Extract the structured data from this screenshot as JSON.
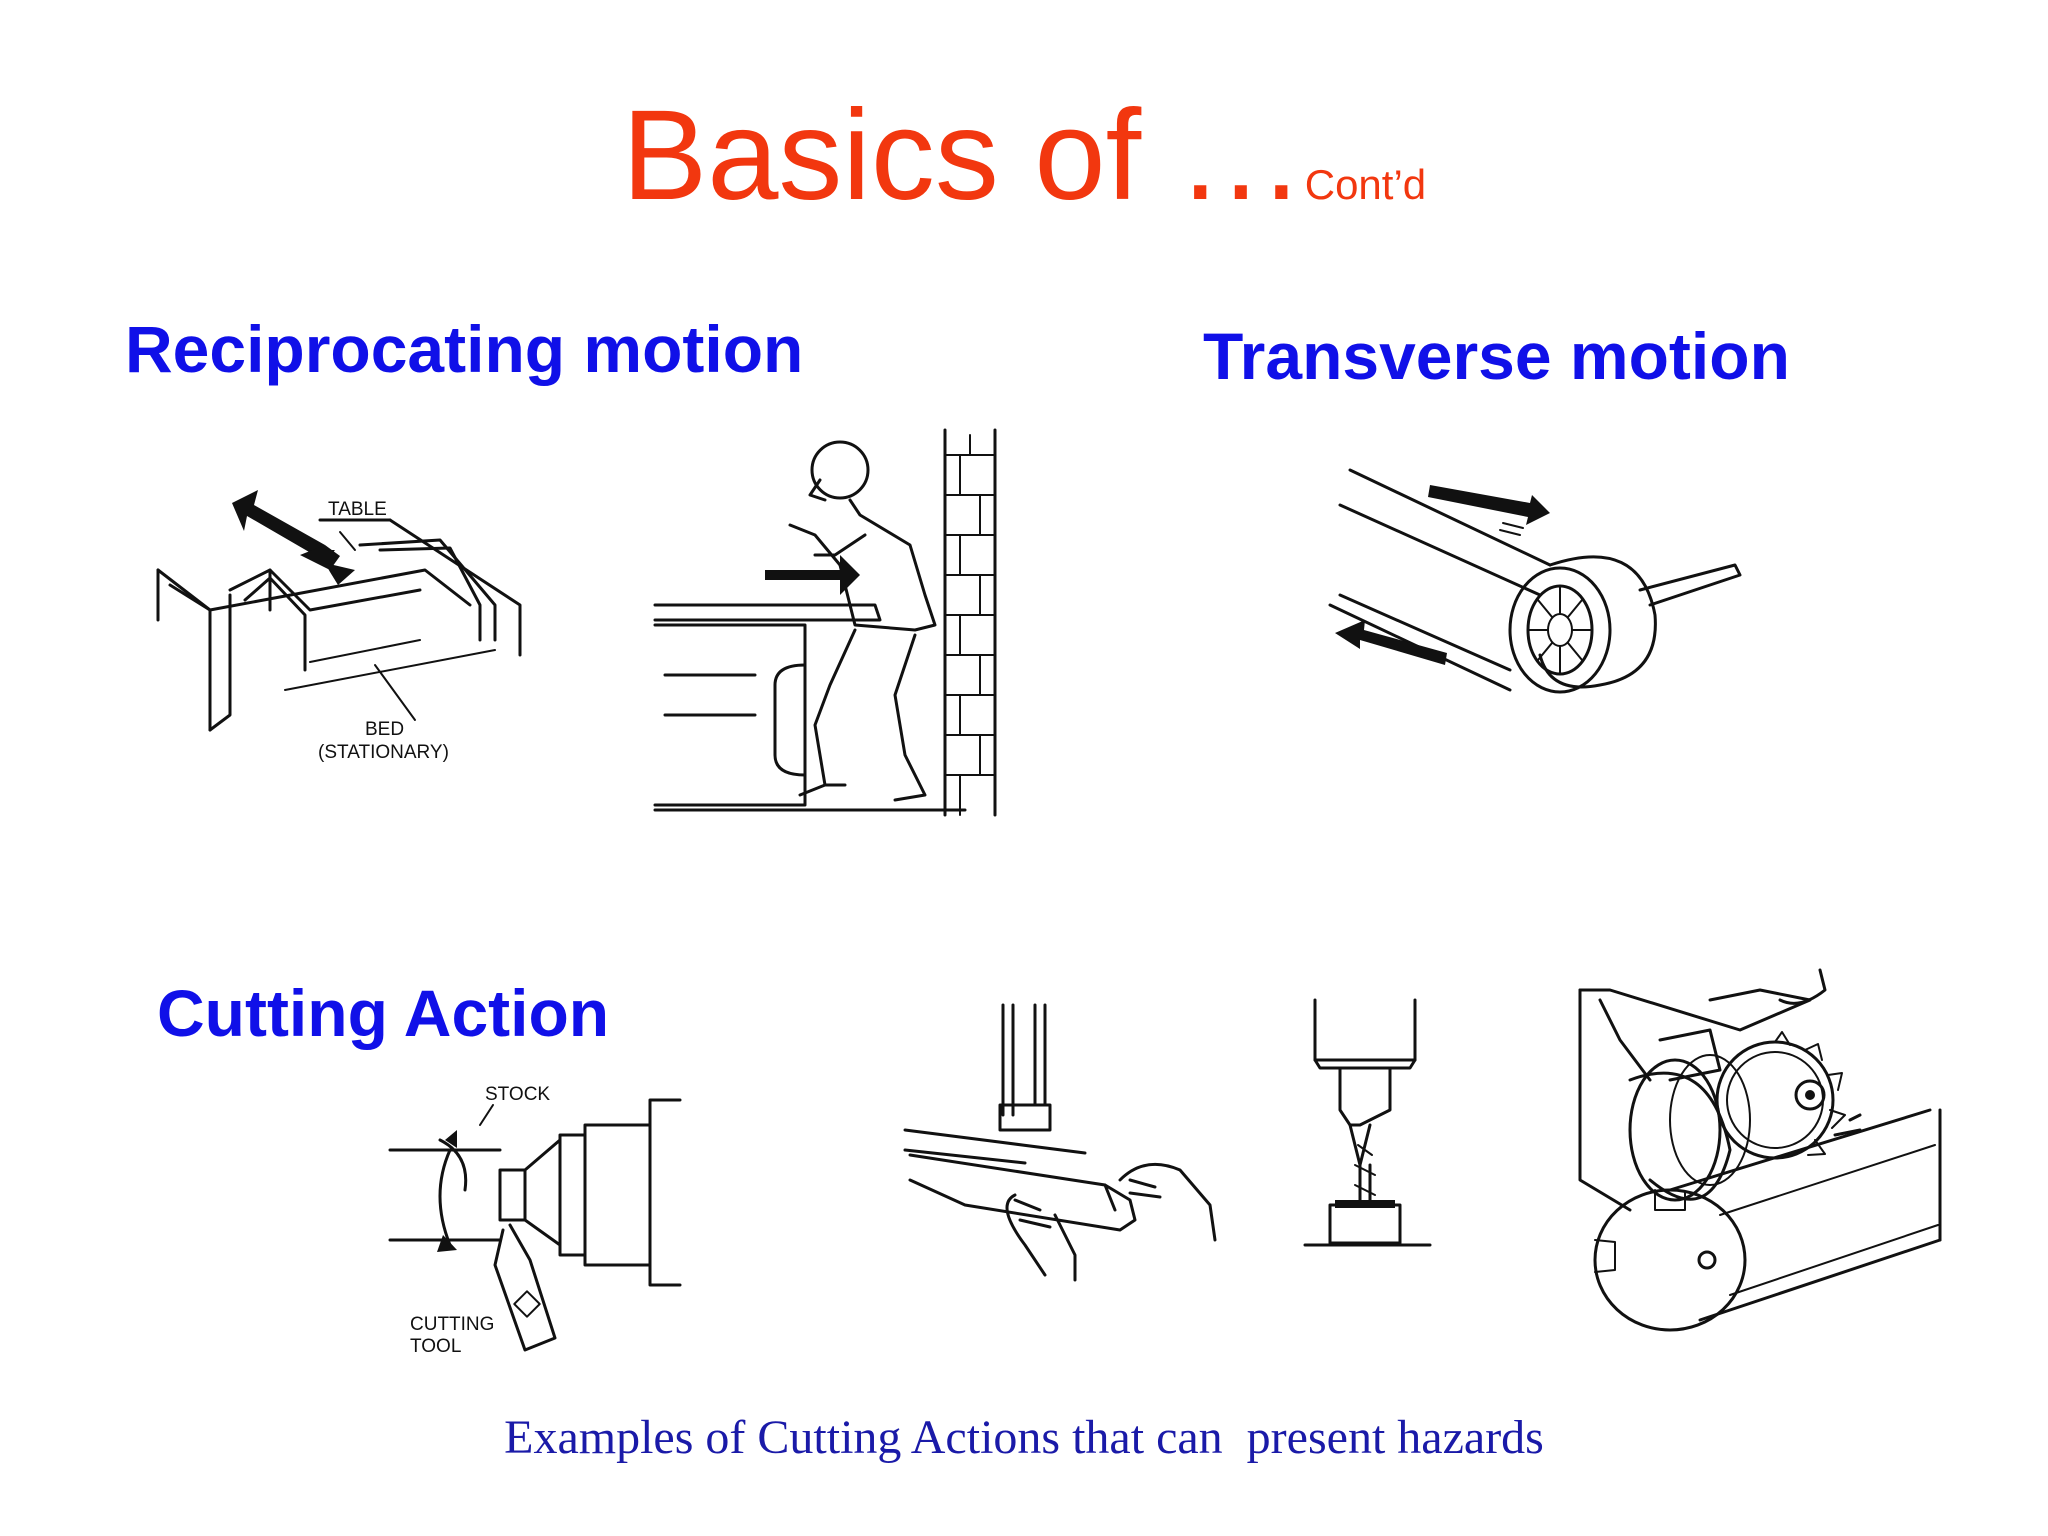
{
  "slide": {
    "title_main": "Basics of …",
    "title_sub": "Cont’d",
    "headings": {
      "reciprocating": "Reciprocating motion",
      "transverse": "Transverse motion",
      "cutting": "Cutting Action"
    },
    "caption": "Examples of Cutting Actions that can  present hazards"
  },
  "figure_labels": {
    "table": "TABLE",
    "bed_line1": "BED",
    "bed_line2": "(STATIONARY)",
    "stock": "STOCK",
    "cutting_tool_line1": "CUTTING",
    "cutting_tool_line2": "TOOL"
  },
  "colors": {
    "title": "#f2370f",
    "heading": "#1010e8",
    "caption": "#1a1aa8"
  }
}
